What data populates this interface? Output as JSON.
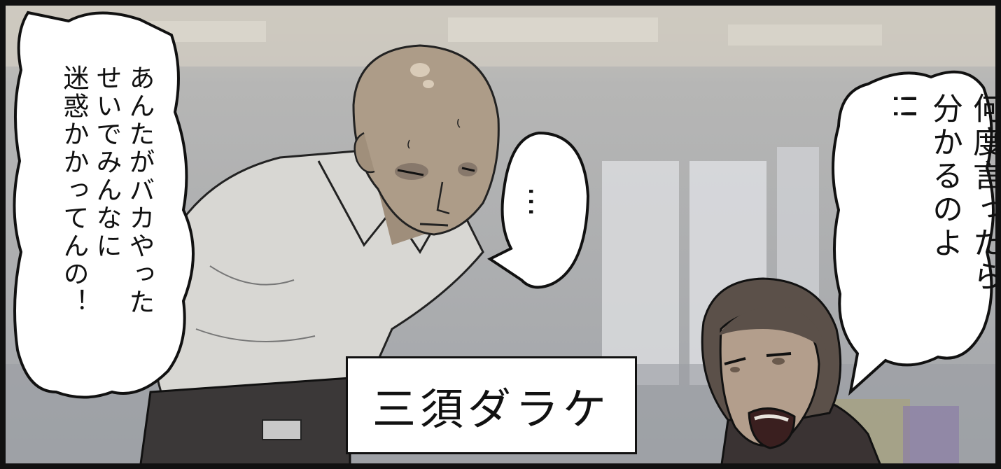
{
  "panel": {
    "speech_left": "あんたがバカやった\nせいでみんなに\n迷惑かかってんの！",
    "speech_middle": "…",
    "speech_right": "何度言ったら\n分かるのよ\n!!",
    "name_caption": "三須ダラケ"
  },
  "colors": {
    "frame": "#111111",
    "background_wall": "#a7aaaf",
    "ceiling": "#c7c3b8",
    "skin_man": "#ad9c88",
    "shirt": "#d7d6d3",
    "hair_woman": "#5b5049"
  }
}
